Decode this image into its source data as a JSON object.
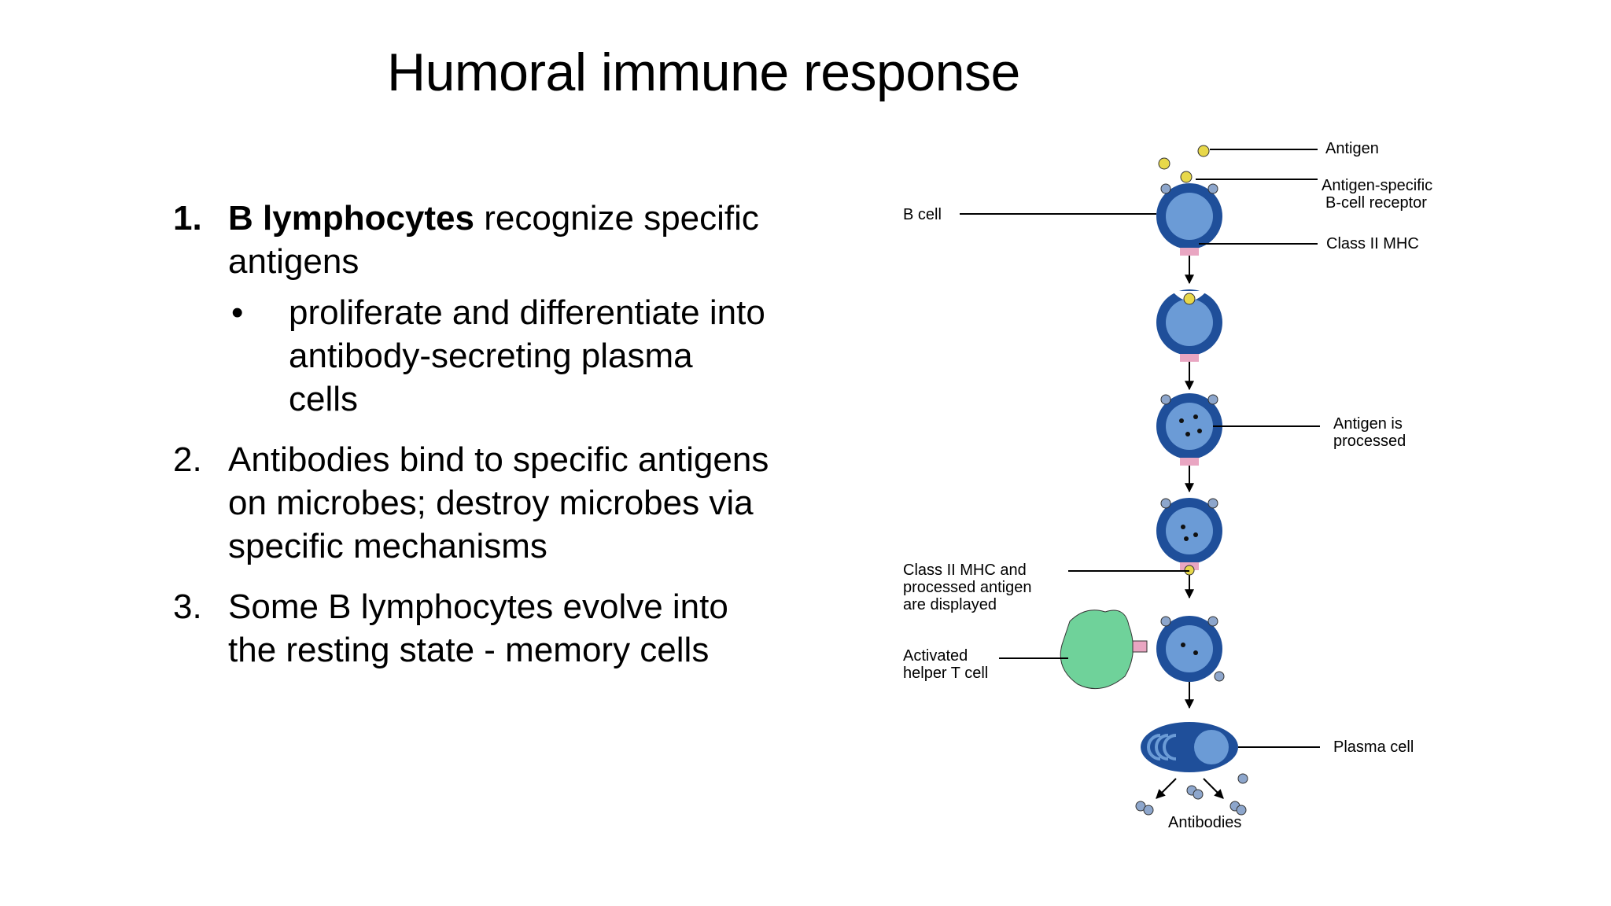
{
  "slide": {
    "title": "Humoral immune response",
    "points": [
      {
        "number": "1.",
        "bold": "B lymphocytes",
        "text": " recognize specific antigens",
        "sub": {
          "bullet": "•",
          "text": "proliferate and differentiate into antibody-secreting plasma cells"
        }
      },
      {
        "number": "2.",
        "text": "Antibodies bind to specific antigens on microbes; destroy microbes via specific mechanisms"
      },
      {
        "number": "3.",
        "text": "Some B lymphocytes evolve into the resting state - memory cells"
      }
    ]
  },
  "diagram": {
    "labels": {
      "antigen": "Antigen",
      "receptor_line1": "Antigen-specific",
      "receptor_line2": "B-cell receptor",
      "b_cell": "B cell",
      "class2": "Class II MHC",
      "processed_line1": "Antigen is",
      "processed_line2": "processed",
      "displayed_line1": "Class II MHC and",
      "displayed_line2": "processed antigen",
      "displayed_line3": "are displayed",
      "helper_line1": "Activated",
      "helper_line2": "helper T cell",
      "plasma": "Plasma cell",
      "antibodies": "Antibodies"
    },
    "colors": {
      "cell_outer": "#1f4f9a",
      "cell_inner": "#6b9bd6",
      "mhc": "#e9a6c2",
      "antigen": "#e8d84a",
      "t_cell": "#6fd29a"
    }
  }
}
